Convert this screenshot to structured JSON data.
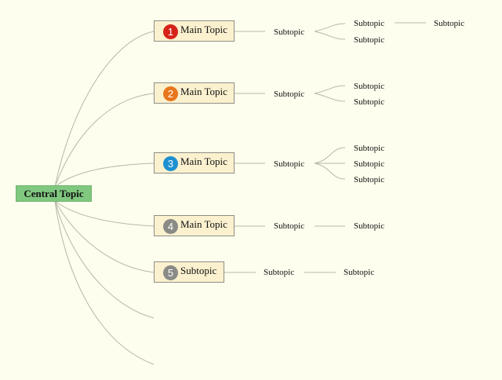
{
  "central_topic": "Central Topic",
  "colors": {
    "background": "#fefeee",
    "central_fill": "#80c87f",
    "topic_fill": "#fbf1cf",
    "topic_border": "#8e8e86",
    "connector": "#b8b8a8",
    "badge_1": "#d6231a",
    "badge_2": "#e8761d",
    "badge_3": "#1e90d0",
    "badge_4": "#8a8a86",
    "badge_5": "#8a8a86"
  },
  "branches": [
    {
      "number": "1",
      "label": "Main Topic",
      "subtopic": "Subtopic",
      "children": [
        {
          "label": "Subtopic",
          "children": [
            "Subtopic"
          ]
        },
        {
          "label": "Subtopic",
          "children": []
        }
      ]
    },
    {
      "number": "2",
      "label": "Main Topic",
      "subtopic": "Subtopic",
      "children": [
        {
          "label": "Subtopic",
          "children": []
        },
        {
          "label": "Subtopic",
          "children": []
        }
      ]
    },
    {
      "number": "3",
      "label": "Main Topic",
      "subtopic": "Subtopic",
      "children": [
        {
          "label": "Subtopic",
          "children": []
        },
        {
          "label": "Subtopic",
          "children": []
        },
        {
          "label": "Subtopic",
          "children": []
        }
      ]
    },
    {
      "number": "4",
      "label": "Main Topic",
      "subtopic": "Subtopic",
      "children": [
        {
          "label": "Subtopic",
          "children": []
        }
      ]
    },
    {
      "number": "5",
      "label": "Subtopic",
      "subtopic": "Subtopic",
      "children": [
        {
          "label": "Subtopic",
          "children": []
        }
      ]
    }
  ]
}
